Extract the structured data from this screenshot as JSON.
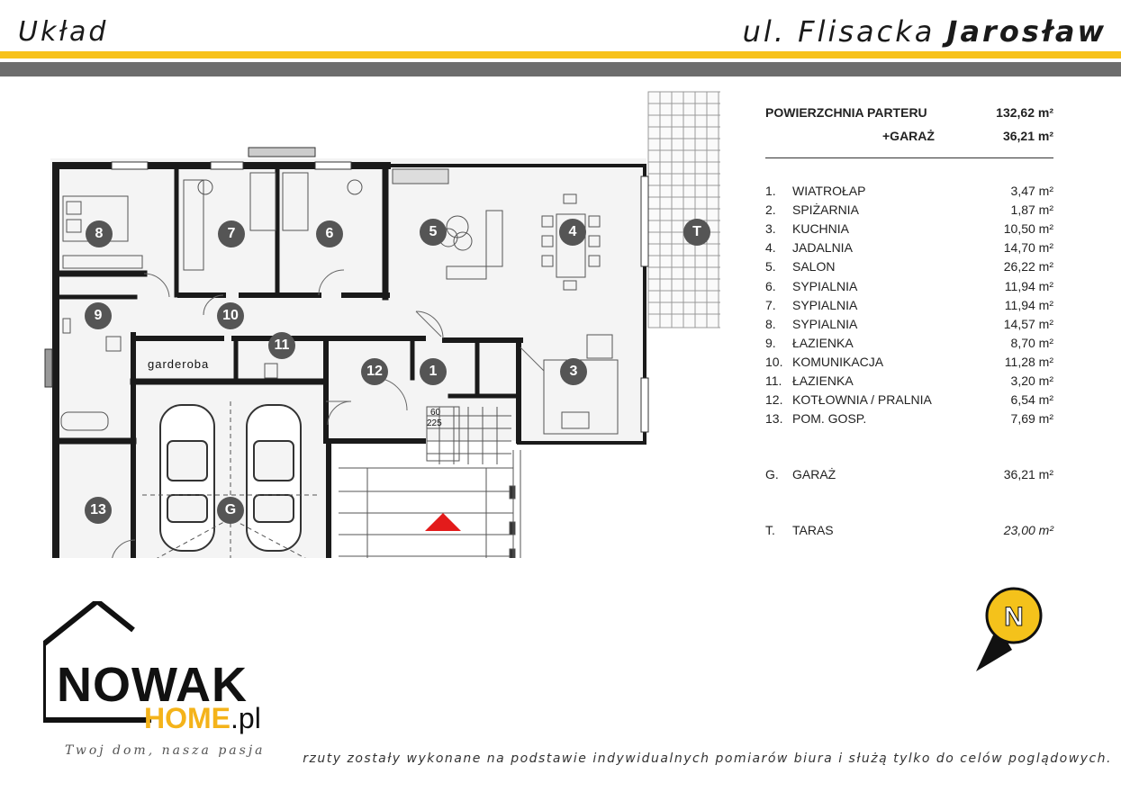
{
  "header": {
    "left_title": "Układ",
    "right_street": "ul. Flisacka",
    "right_city": "Jarosław"
  },
  "plan": {
    "rooms": [
      "8",
      "7",
      "6",
      "5",
      "4",
      "T",
      "9",
      "10",
      "11",
      "12",
      "1",
      "3",
      "13",
      "G"
    ],
    "garderoba_label": "garderoba",
    "stair_dims": [
      "60",
      "225"
    ]
  },
  "areas": {
    "parter_label": "POWIERZCHNIA PARTERU",
    "parter_value": "132,62 m²",
    "garage_label": "+GARAŻ",
    "garage_value": "36,21 m²",
    "rooms": [
      {
        "num": "1.",
        "name": "WIATROŁAP",
        "area": "3,47 m²"
      },
      {
        "num": "2.",
        "name": "SPIŻARNIA",
        "area": "1,87 m²"
      },
      {
        "num": "3.",
        "name": "KUCHNIA",
        "area": "10,50 m²"
      },
      {
        "num": "4.",
        "name": "JADALNIA",
        "area": "14,70 m²"
      },
      {
        "num": "5.",
        "name": "SALON",
        "area": "26,22 m²"
      },
      {
        "num": "6.",
        "name": "SYPIALNIA",
        "area": "11,94 m²"
      },
      {
        "num": "7.",
        "name": "SYPIALNIA",
        "area": "11,94 m²"
      },
      {
        "num": "8.",
        "name": "SYPIALNIA",
        "area": "14,57 m²"
      },
      {
        "num": "9.",
        "name": "ŁAZIENKA",
        "area": "8,70 m²"
      },
      {
        "num": "10.",
        "name": "KOMUNIKACJA",
        "area": "11,28 m²"
      },
      {
        "num": "11.",
        "name": "ŁAZIENKA",
        "area": "3,20 m²"
      },
      {
        "num": "12.",
        "name": "KOTŁOWNIA / PRALNIA",
        "area": "6,54 m²"
      },
      {
        "num": "13.",
        "name": "POM. GOSP.",
        "area": "7,69 m²"
      }
    ],
    "garaz": {
      "num": "G.",
      "name": "GARAŻ",
      "area": "36,21 m²"
    },
    "taras": {
      "num": "T.",
      "name": "TARAS",
      "area": "23,00  m²"
    }
  },
  "logo": {
    "brand_top": "NOWAK",
    "brand_home": "HOME",
    "brand_tld": ".pl",
    "tagline": "Twoj dom, nasza pasja",
    "accent": "#f4b31a"
  },
  "compass_label": "N",
  "disclaimer": "rzuty zostały wykonane na podstawie indywidualnych pomiarów biura i służą tylko do celów poglądowych.",
  "colors": {
    "yellow_band": "#f7c21b",
    "gray_band": "#6d6d6d",
    "badge": "#555555",
    "entrance_arrow": "#e31b1b"
  }
}
